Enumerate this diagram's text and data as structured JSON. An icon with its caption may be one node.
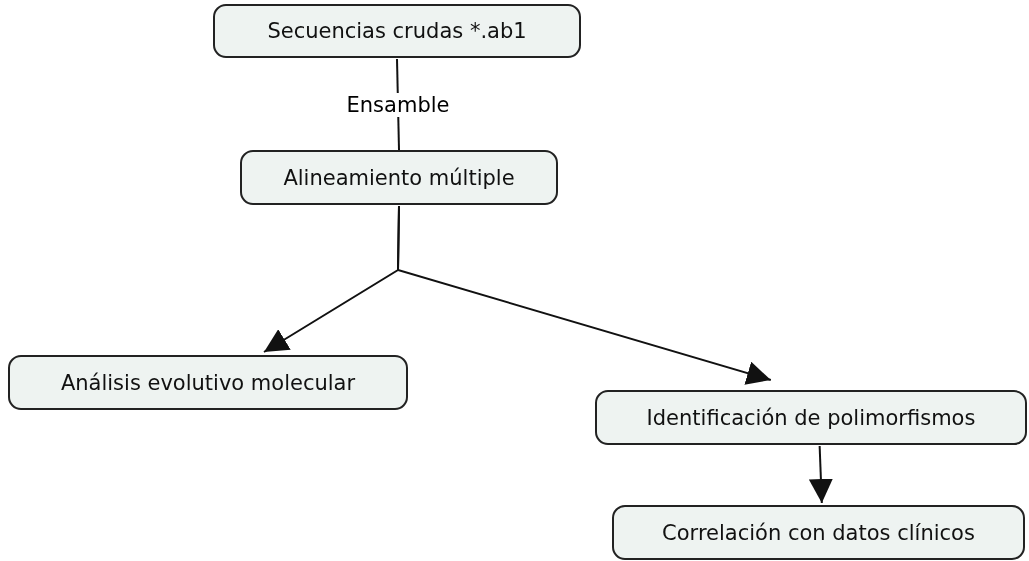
{
  "diagram": {
    "nodes": [
      {
        "text": [
          "Secuencias crudas *.ab1"
        ]
      },
      {
        "text": [
          "Alineamiento múltiple"
        ]
      },
      {
        "text": [
          "Análisis evolutivo molecular"
        ]
      },
      {
        "text": [
          "Identificación de polimorfismos"
        ]
      },
      {
        "text": [
          "Correlación con datos clínicos"
        ]
      }
    ],
    "edges": [
      {
        "from": 0,
        "to": 1,
        "arrow": "none",
        "label": "Ensamble"
      },
      {
        "from": 1,
        "to": 2,
        "arrow": "to"
      },
      {
        "from": 1,
        "to": 3,
        "arrow": "to"
      },
      {
        "from": 3,
        "to": 4,
        "arrow": "to"
      }
    ]
  }
}
